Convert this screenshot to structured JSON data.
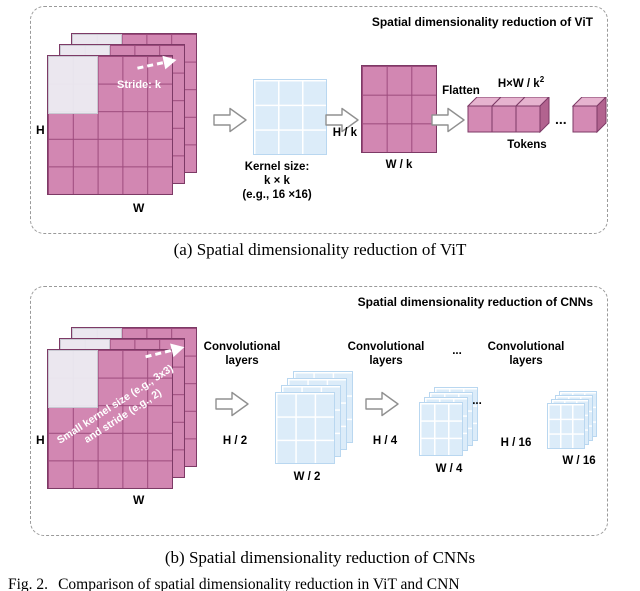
{
  "panel_a": {
    "title": "Spatial dimensionality reduction of ViT",
    "stride_label": "Stride: k",
    "h_label": "H",
    "w_label": "W",
    "kernel_line1": "Kernel size:",
    "kernel_line2": "k × k",
    "kernel_line3": "(e.g., 16 ×16)",
    "hk_label": "H / k",
    "wk_label": "W / k",
    "flatten_label": "Flatten",
    "tokens_dim_base": "H×W / k",
    "tokens_dim_exp": "2",
    "tokens_dots": "...",
    "tokens_label": "Tokens",
    "caption": "(a) Spatial dimensionality reduction of ViT"
  },
  "panel_b": {
    "title": "Spatial dimensionality reduction of CNNs",
    "kernel_note_line1": "Small kernel size (e.g., 3x3)",
    "kernel_note_line2": "and stride (e.g., 2)",
    "h_label": "H",
    "w_label": "W",
    "conv_label": "Convolutional layers",
    "dots_top": "...",
    "dots_mid": "...",
    "h2_label": "H / 2",
    "w2_label": "W / 2",
    "h4_label": "H / 4",
    "w4_label": "W / 4",
    "h16_label": "H / 16",
    "w16_label": "W / 16",
    "caption": "(b) Spatial dimensionality reduction of CNNs"
  },
  "figure_caption": {
    "label": "Fig. 2.",
    "text": "Comparison of spatial dimensionality reduction in ViT and CNN"
  },
  "colors": {
    "pink_fill": "#d287b2",
    "pink_line": "#9c4a7c",
    "pink_border": "#7d3a66",
    "blue_fill": "#dcecf9",
    "blue_border": "#b9d7f0"
  }
}
